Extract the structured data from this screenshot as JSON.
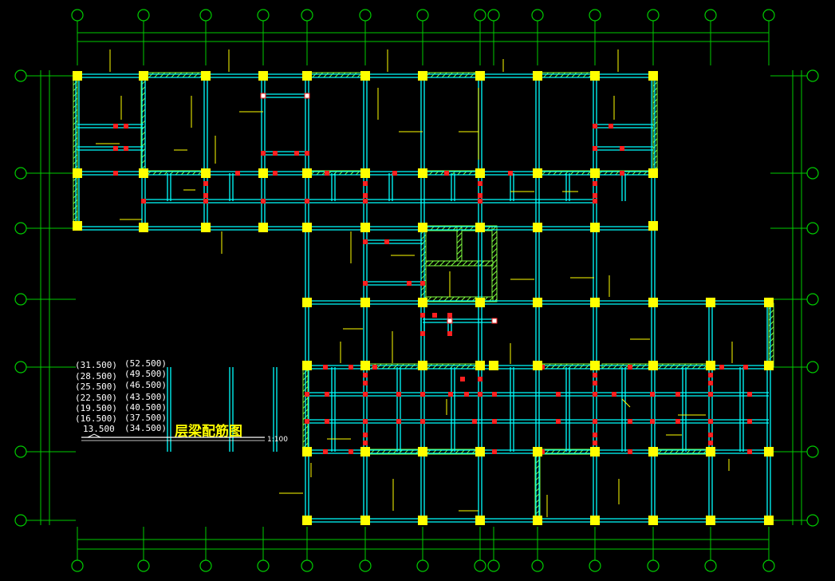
{
  "drawing": {
    "title": "层梁配筋图",
    "scale": "1:100",
    "elevations_left": [
      "(31.500)",
      "(28.500)",
      "(25.500)",
      "(22.500)",
      "(19.500)",
      "(16.500)",
      "13.500"
    ],
    "elevations_right": [
      "(52.500)",
      "(49.500)",
      "(46.500)",
      "(43.500)",
      "(40.500)",
      "(37.500)",
      "(34.500)"
    ]
  },
  "colors": {
    "background": "#000000",
    "grid": "#00cc00",
    "beam": "#00ffff",
    "column": "#ffff00",
    "hatched_wall": "#80ff40",
    "rebar_mark": "#ff2020",
    "leader": "#ffff00"
  }
}
